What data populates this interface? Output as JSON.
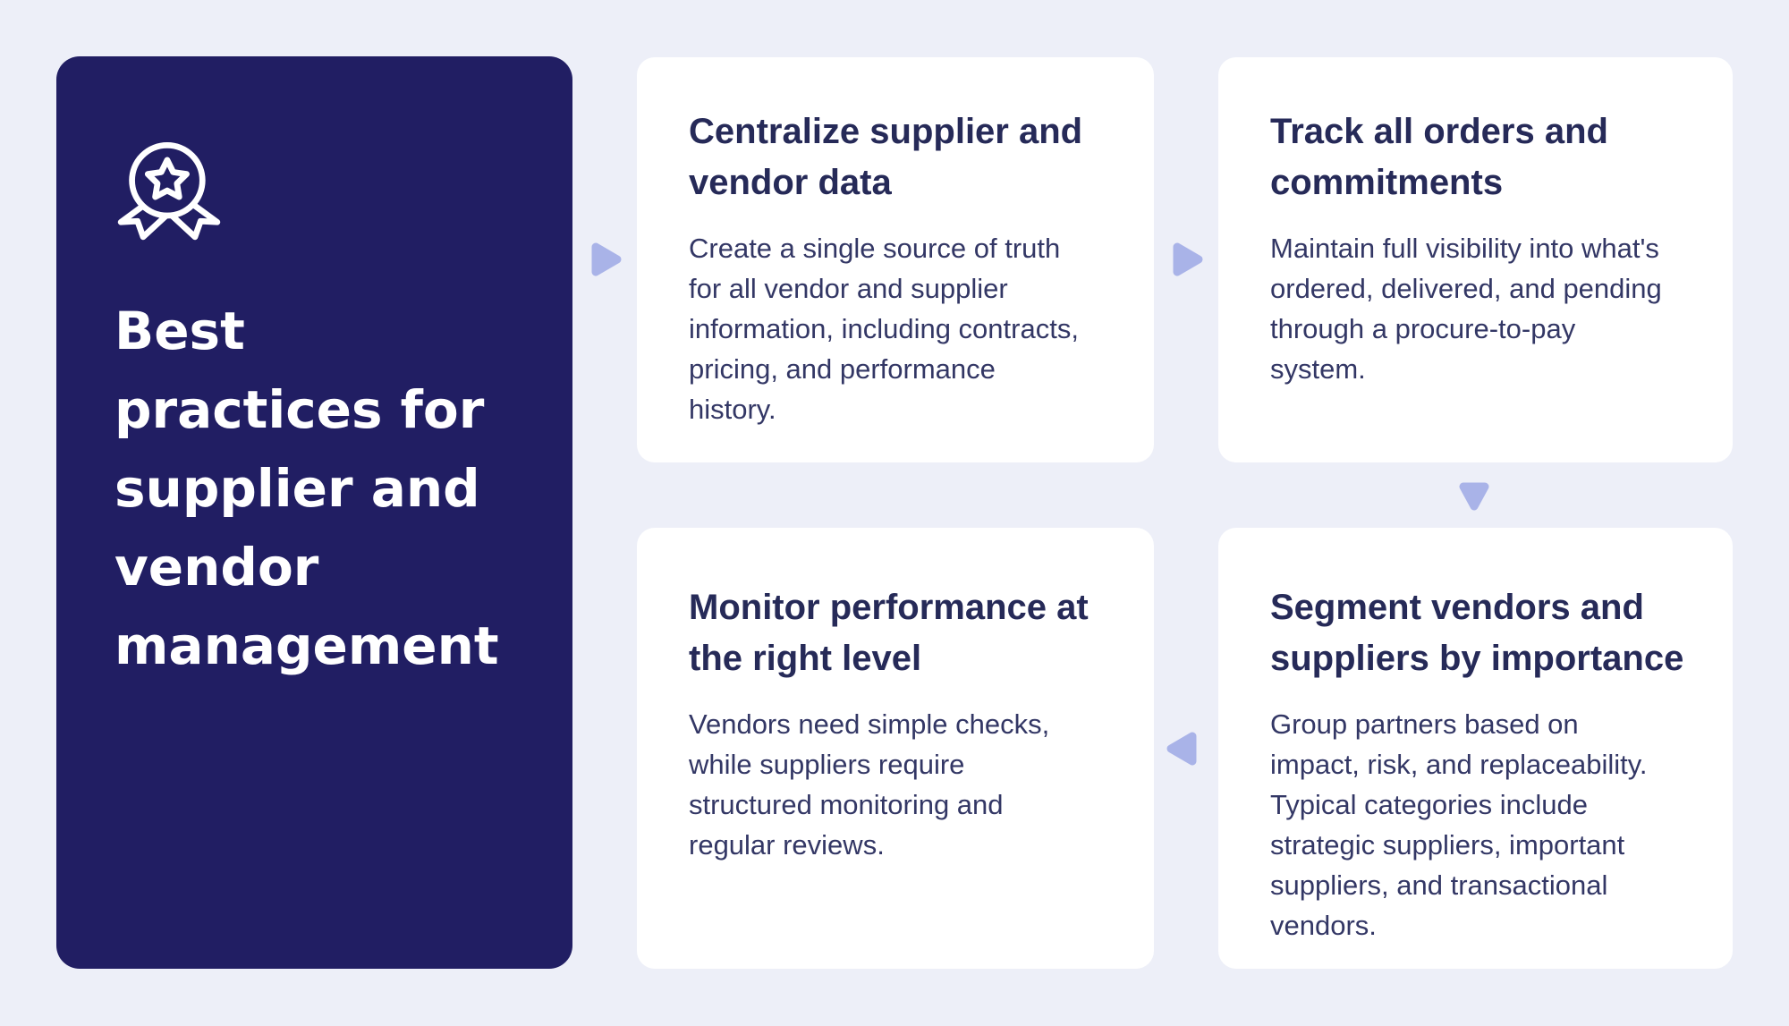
{
  "colors": {
    "bg": "#edeff8",
    "card": "#ffffff",
    "navy": "#211e63",
    "arrow": "#a9b3e8",
    "heading": "#262a58",
    "body_text": "#333765",
    "title_text": "#ffffff"
  },
  "panel": {
    "icon": "award-ribbon-icon",
    "title": "Best\npractices for\nsupplier and\nvendor\nmanagement"
  },
  "cards": [
    {
      "heading": "Centralize supplier and\nvendor data",
      "body": "Create a single source of truth\nfor all vendor and supplier\ninformation, including contracts,\npricing, and performance\nhistory."
    },
    {
      "heading": "Track all orders and\ncommitments",
      "body": "Maintain full visibility into what's\nordered, delivered, and pending\nthrough a procure-to-pay\nsystem."
    },
    {
      "heading": "Monitor performance at\nthe right level",
      "body": "Vendors need simple checks,\nwhile suppliers require\nstructured monitoring and\nregular reviews."
    },
    {
      "heading": "Segment vendors and\nsuppliers by importance",
      "body": "Group partners based on\nimpact, risk, and replaceability.\nTypical categories include\nstrategic suppliers, important\nsuppliers, and transactional\nvendors."
    }
  ],
  "flow": {
    "arrow_1": "right",
    "arrow_2": "right",
    "arrow_3": "down",
    "arrow_4": "left"
  }
}
